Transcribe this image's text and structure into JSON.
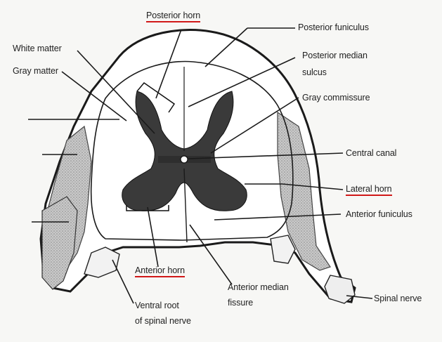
{
  "diagram": {
    "labels": {
      "posterior_horn": "Posterior horn",
      "posterior_funiculus": "Posterior funiculus",
      "white_matter": "White matter",
      "gray_matter": "Gray matter",
      "posterior_median_sulcus_line1": "Posterior median",
      "posterior_median_sulcus_line2": "sulcus",
      "gray_commissure": "Gray commissure",
      "central_canal": "Central canal",
      "lateral_horn": "Lateral horn",
      "anterior_funiculus": "Anterior funiculus",
      "anterior_horn": "Anterior horn",
      "anterior_median_fissure_line1": "Anterior median",
      "anterior_median_fissure_line2": "fissure",
      "spinal_nerve": "Spinal nerve",
      "ventral_root_line1": "Ventral root",
      "ventral_root_line2": "of spinal nerve"
    },
    "underlined_labels": [
      "Posterior horn",
      "Lateral horn",
      "Anterior horn"
    ],
    "colors": {
      "underline": "#d11818",
      "ink": "#1f1f1f",
      "gray_matter": "#3a3a3a",
      "shading": "#a9a9a9"
    }
  }
}
